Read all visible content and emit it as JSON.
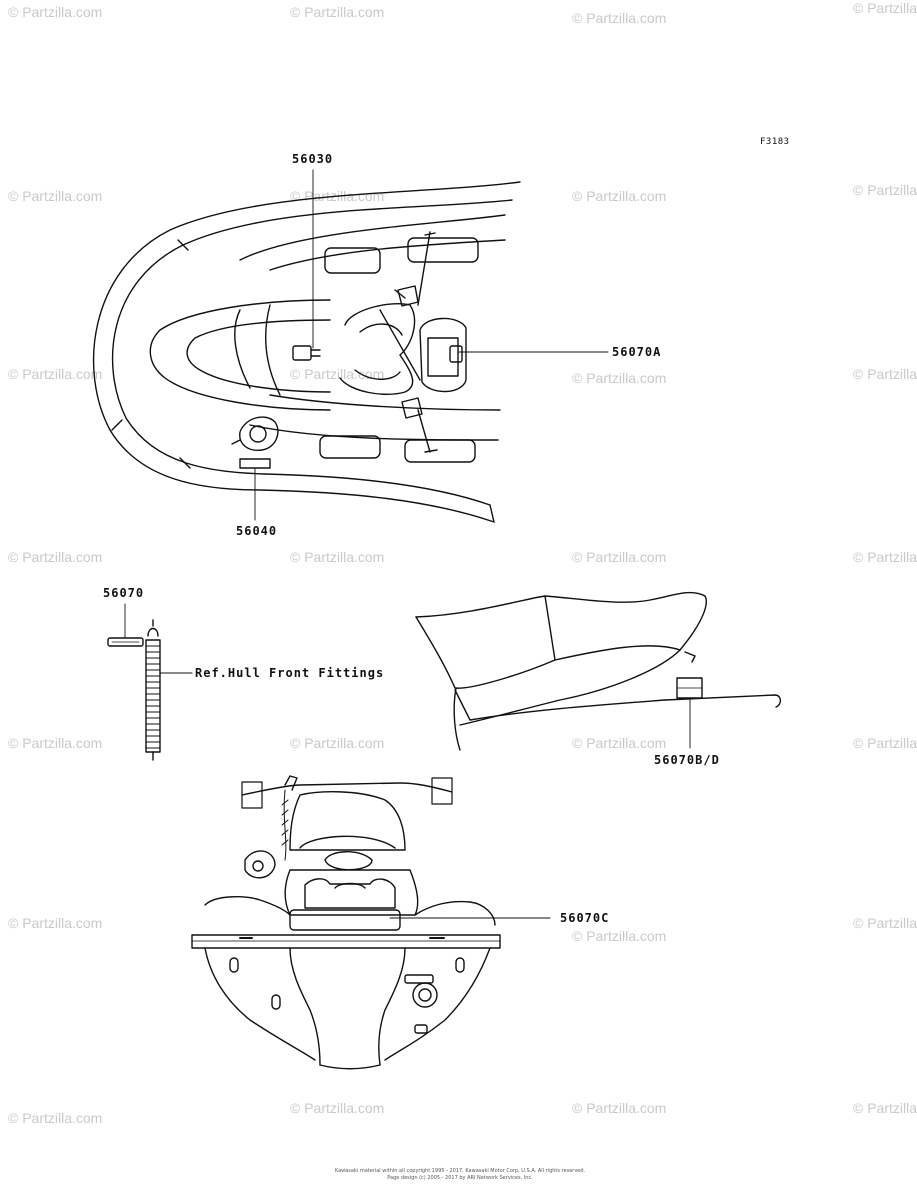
{
  "figure_code": "F3183",
  "watermark": "© Partzilla.com",
  "callouts": {
    "part_56030": "56030",
    "part_56070A": "56070A",
    "part_56040": "56040",
    "part_56070": "56070",
    "ref_text": "Ref.Hull Front Fittings",
    "part_56070BD": "56070B/D",
    "part_56070C": "56070C"
  },
  "footer": {
    "line1": "Kawasaki material within all copyright 1995 - 2017, Kawasaki Motor Corp, U.S.A. All rights reserved.",
    "line2": "Page design (c) 2005 - 2017 by ARI Network Services, Inc."
  }
}
